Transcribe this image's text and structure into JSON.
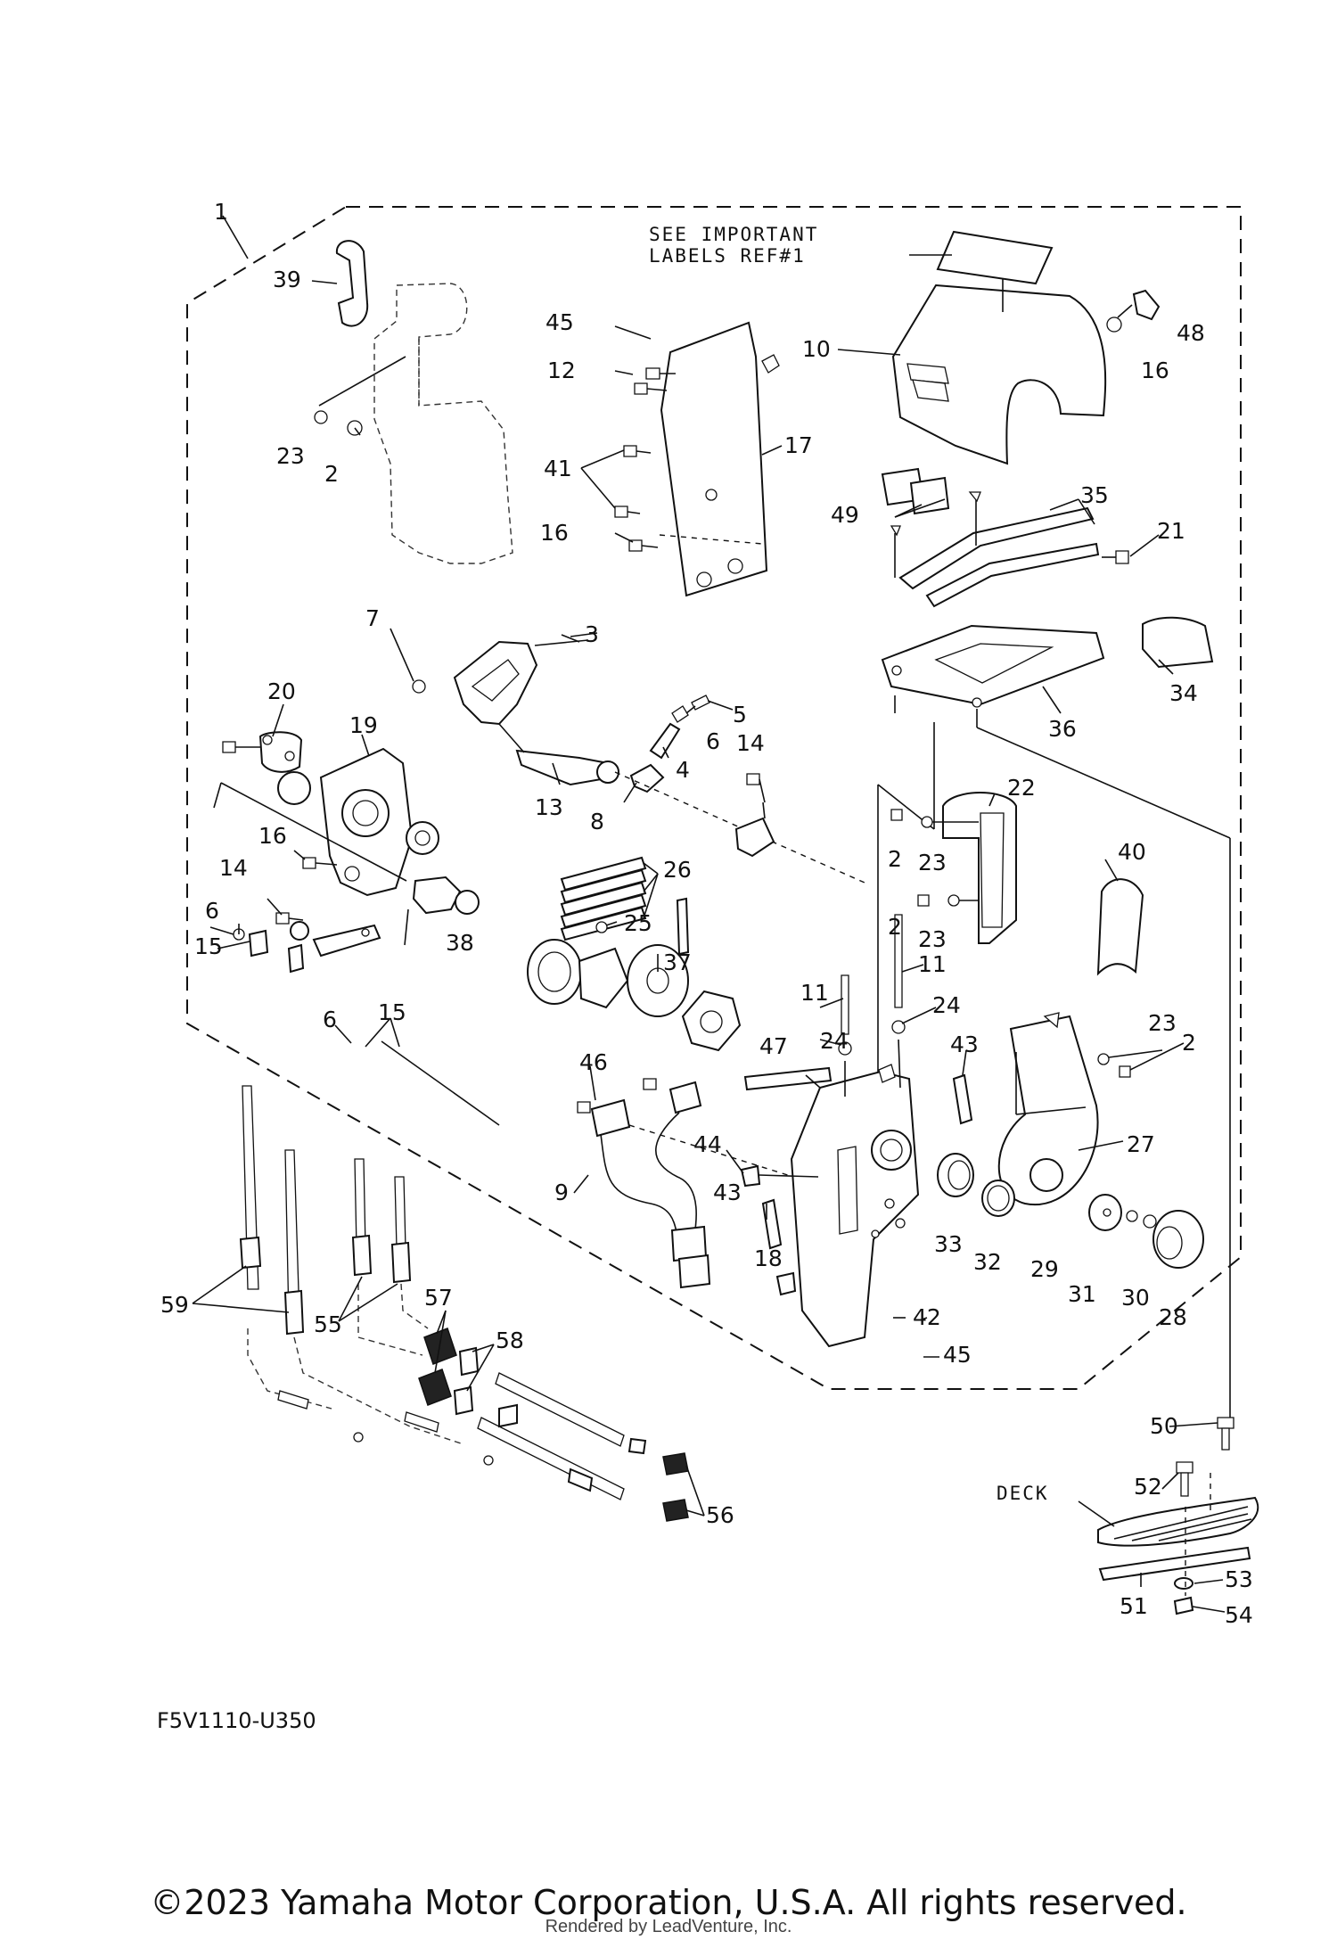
{
  "diagram": {
    "labels": [
      "1",
      "2",
      "3",
      "4",
      "5",
      "6",
      "7",
      "8",
      "9",
      "10",
      "11",
      "12",
      "13",
      "14",
      "15",
      "16",
      "17",
      "18",
      "19",
      "20",
      "21",
      "22",
      "23",
      "24",
      "25",
      "26",
      "27",
      "28",
      "29",
      "30",
      "31",
      "32",
      "33",
      "34",
      "35",
      "36",
      "37",
      "38",
      "39",
      "40",
      "41",
      "42",
      "43",
      "44",
      "45",
      "46",
      "47",
      "48",
      "49",
      "50",
      "51",
      "52",
      "53",
      "54",
      "55",
      "56",
      "57",
      "58",
      "59"
    ],
    "note_line1": "SEE IMPORTANT",
    "note_line2": "LABELS REF#1",
    "deck_label": "DECK",
    "diagram_code": "F5V1110-U350"
  },
  "footer": {
    "copyright": "©2023 Yamaha Motor Corporation, U.S.A. All rights reserved.",
    "rendered_by": "Rendered by LeadVenture, Inc."
  }
}
